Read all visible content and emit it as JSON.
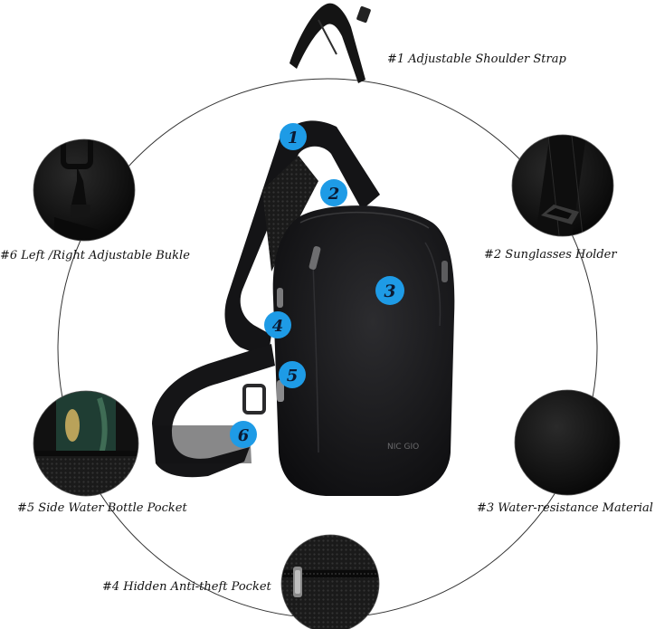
{
  "callouts": [
    {
      "number": "1",
      "text": "#1 Adjustable Shoulder Strap",
      "icon": "shoulder-strap-closeup"
    },
    {
      "number": "2",
      "text": "#2 Sunglasses Holder",
      "icon": "sunglasses-holder-closeup"
    },
    {
      "number": "3",
      "text": "#3 Water-resistance Material",
      "icon": "fabric-closeup"
    },
    {
      "number": "4",
      "text": "#4 Hidden Anti-theft Pocket",
      "icon": "zipper-pocket-closeup"
    },
    {
      "number": "5",
      "text": "#5 Side Water Bottle Pocket",
      "icon": "bottle-pocket-closeup"
    },
    {
      "number": "6",
      "text": "#6 Left /Right Adjustable Bukle",
      "icon": "buckle-closeup"
    }
  ],
  "brand_logo": "NIC GIO",
  "colors": {
    "marker_blue": "#1e9be6",
    "bag": "#1b1b1d",
    "circle_line": "#333333"
  }
}
